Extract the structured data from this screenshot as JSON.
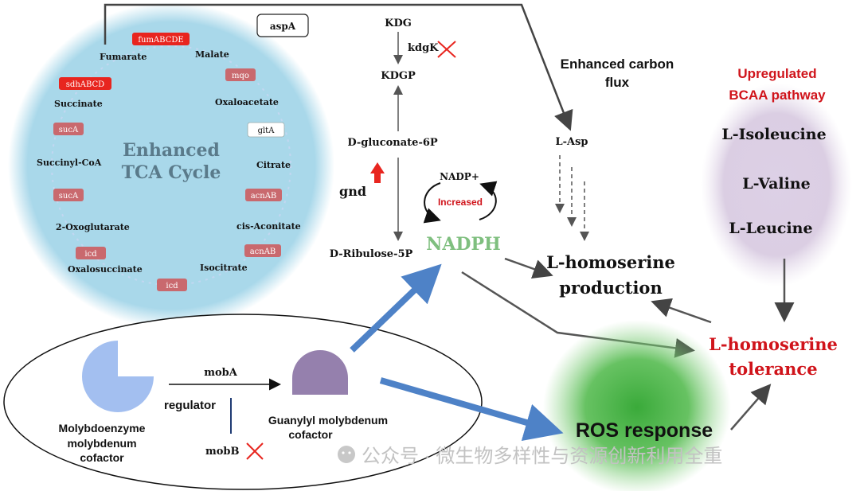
{
  "tca": {
    "title_line1": "Enhanced",
    "title_line2": "TCA Cycle",
    "metabolites": {
      "fumarate": "Fumarate",
      "malate": "Malate",
      "succinate": "Succinate",
      "oxaloacetate": "Oxaloacetate",
      "succinyl_coa": "Succinyl-CoA",
      "citrate": "Citrate",
      "oxoglutarate": "2-Oxoglutarate",
      "cis_aconitate": "cis-Aconitate",
      "oxalosuccinate": "Oxalosuccinate",
      "isocitrate": "Isocitrate"
    },
    "enzymes": {
      "fumABCDE": "fumABCDE",
      "sdhABCD": "sdhABCD",
      "mqo": "mqo",
      "sucA_1": "sucA",
      "gltA": "gltA",
      "sucA_2": "sucA",
      "acnAB_1": "acnAB",
      "acnAB_2": "acnAB",
      "icd_1": "icd",
      "icd_2": "icd"
    }
  },
  "aspA": "aspA",
  "ppp": {
    "kdg": "KDG",
    "kdgk": "kdgK",
    "kdgp": "KDGP",
    "gluconate6p": "D-gluconate-6P",
    "gnd": "gnd",
    "ribulose5p": "D-Ribulose-5P",
    "nadp_plus": "NADP+",
    "increased": "Increased",
    "nadph": "NADPH"
  },
  "carbon_flux": {
    "line1": "Enhanced carbon",
    "line2": "flux"
  },
  "l_asp": "L-Asp",
  "production": {
    "line1": "L-homoserine",
    "line2": "production"
  },
  "bcaa": {
    "title_line1": "Upregulated",
    "title_line2": "BCAA pathway",
    "isoleucine": "L-Isoleucine",
    "valine": "L-Valine",
    "leucine": "L-Leucine"
  },
  "tolerance": {
    "line1": "L-homoserine",
    "line2": "tolerance"
  },
  "ros": "ROS response",
  "moly": {
    "cofactor_line1": "Molybdoenzyme",
    "cofactor_line2": "molybdenum",
    "cofactor_line3": "cofactor",
    "moba": "mobA",
    "regulator": "regulator",
    "mobb": "mobB",
    "guanylyl_line1": "Guanylyl molybdenum",
    "guanylyl_line2": "cofactor"
  },
  "watermark": "公众号 · 微生物多样性与资源创新利用全重",
  "colors": {
    "tca_circle": "#a9d8ea",
    "enzyme_box": "#c9696e",
    "enzyme_box_bright": "#e8251f",
    "nadph_green": "#7fbf7f",
    "red_text": "#d0141b",
    "blue_arrow": "#4e82c7",
    "ros_green": "#4cb54a",
    "bcaa_purple": "#d7c9e0",
    "cofactor_blue": "#a3bff0",
    "guanylyl_purple": "#9580ad"
  }
}
